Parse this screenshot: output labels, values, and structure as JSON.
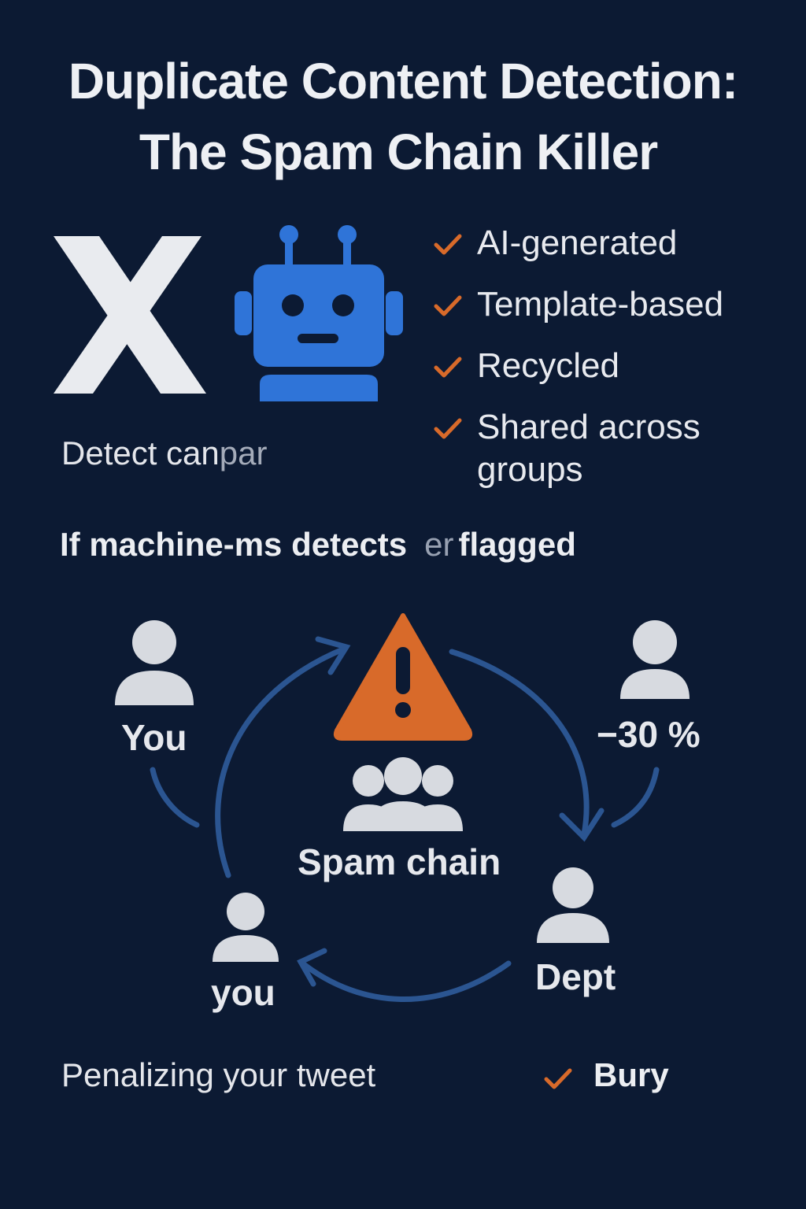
{
  "header": {
    "title_line1": "Duplicate Content Detection:",
    "title_line2": "The Spam Chain Killer"
  },
  "icons": {
    "logo": "x-logo",
    "bot": "robot-icon",
    "warning": "warning-triangle-icon",
    "group": "group-icon",
    "person": "person-icon",
    "check": "checkmark-icon"
  },
  "checklist": [
    {
      "label": "AI-generated"
    },
    {
      "label": "Template-based"
    },
    {
      "label": "Recycled"
    },
    {
      "label": "Shared across groups"
    }
  ],
  "detect": {
    "main": "Detect can",
    "faded": "par"
  },
  "flag_line": {
    "part1": "If machine-ms detects",
    "faded": "er",
    "part2": "flagged"
  },
  "cycle": {
    "top_left_label": "You",
    "top_right_label": "−30 %",
    "center_label": "Spam chain",
    "bottom_right_label": "Dept",
    "bottom_left_label": "you"
  },
  "footer": {
    "penalize": "Penalizing your tweet",
    "bury": "Bury"
  },
  "colors": {
    "background": "#0c1a33",
    "accent_orange": "#d86a2a",
    "robot_blue": "#2f74d8",
    "arrow_blue": "#2b5591",
    "icon_gray": "#d7dae0"
  }
}
